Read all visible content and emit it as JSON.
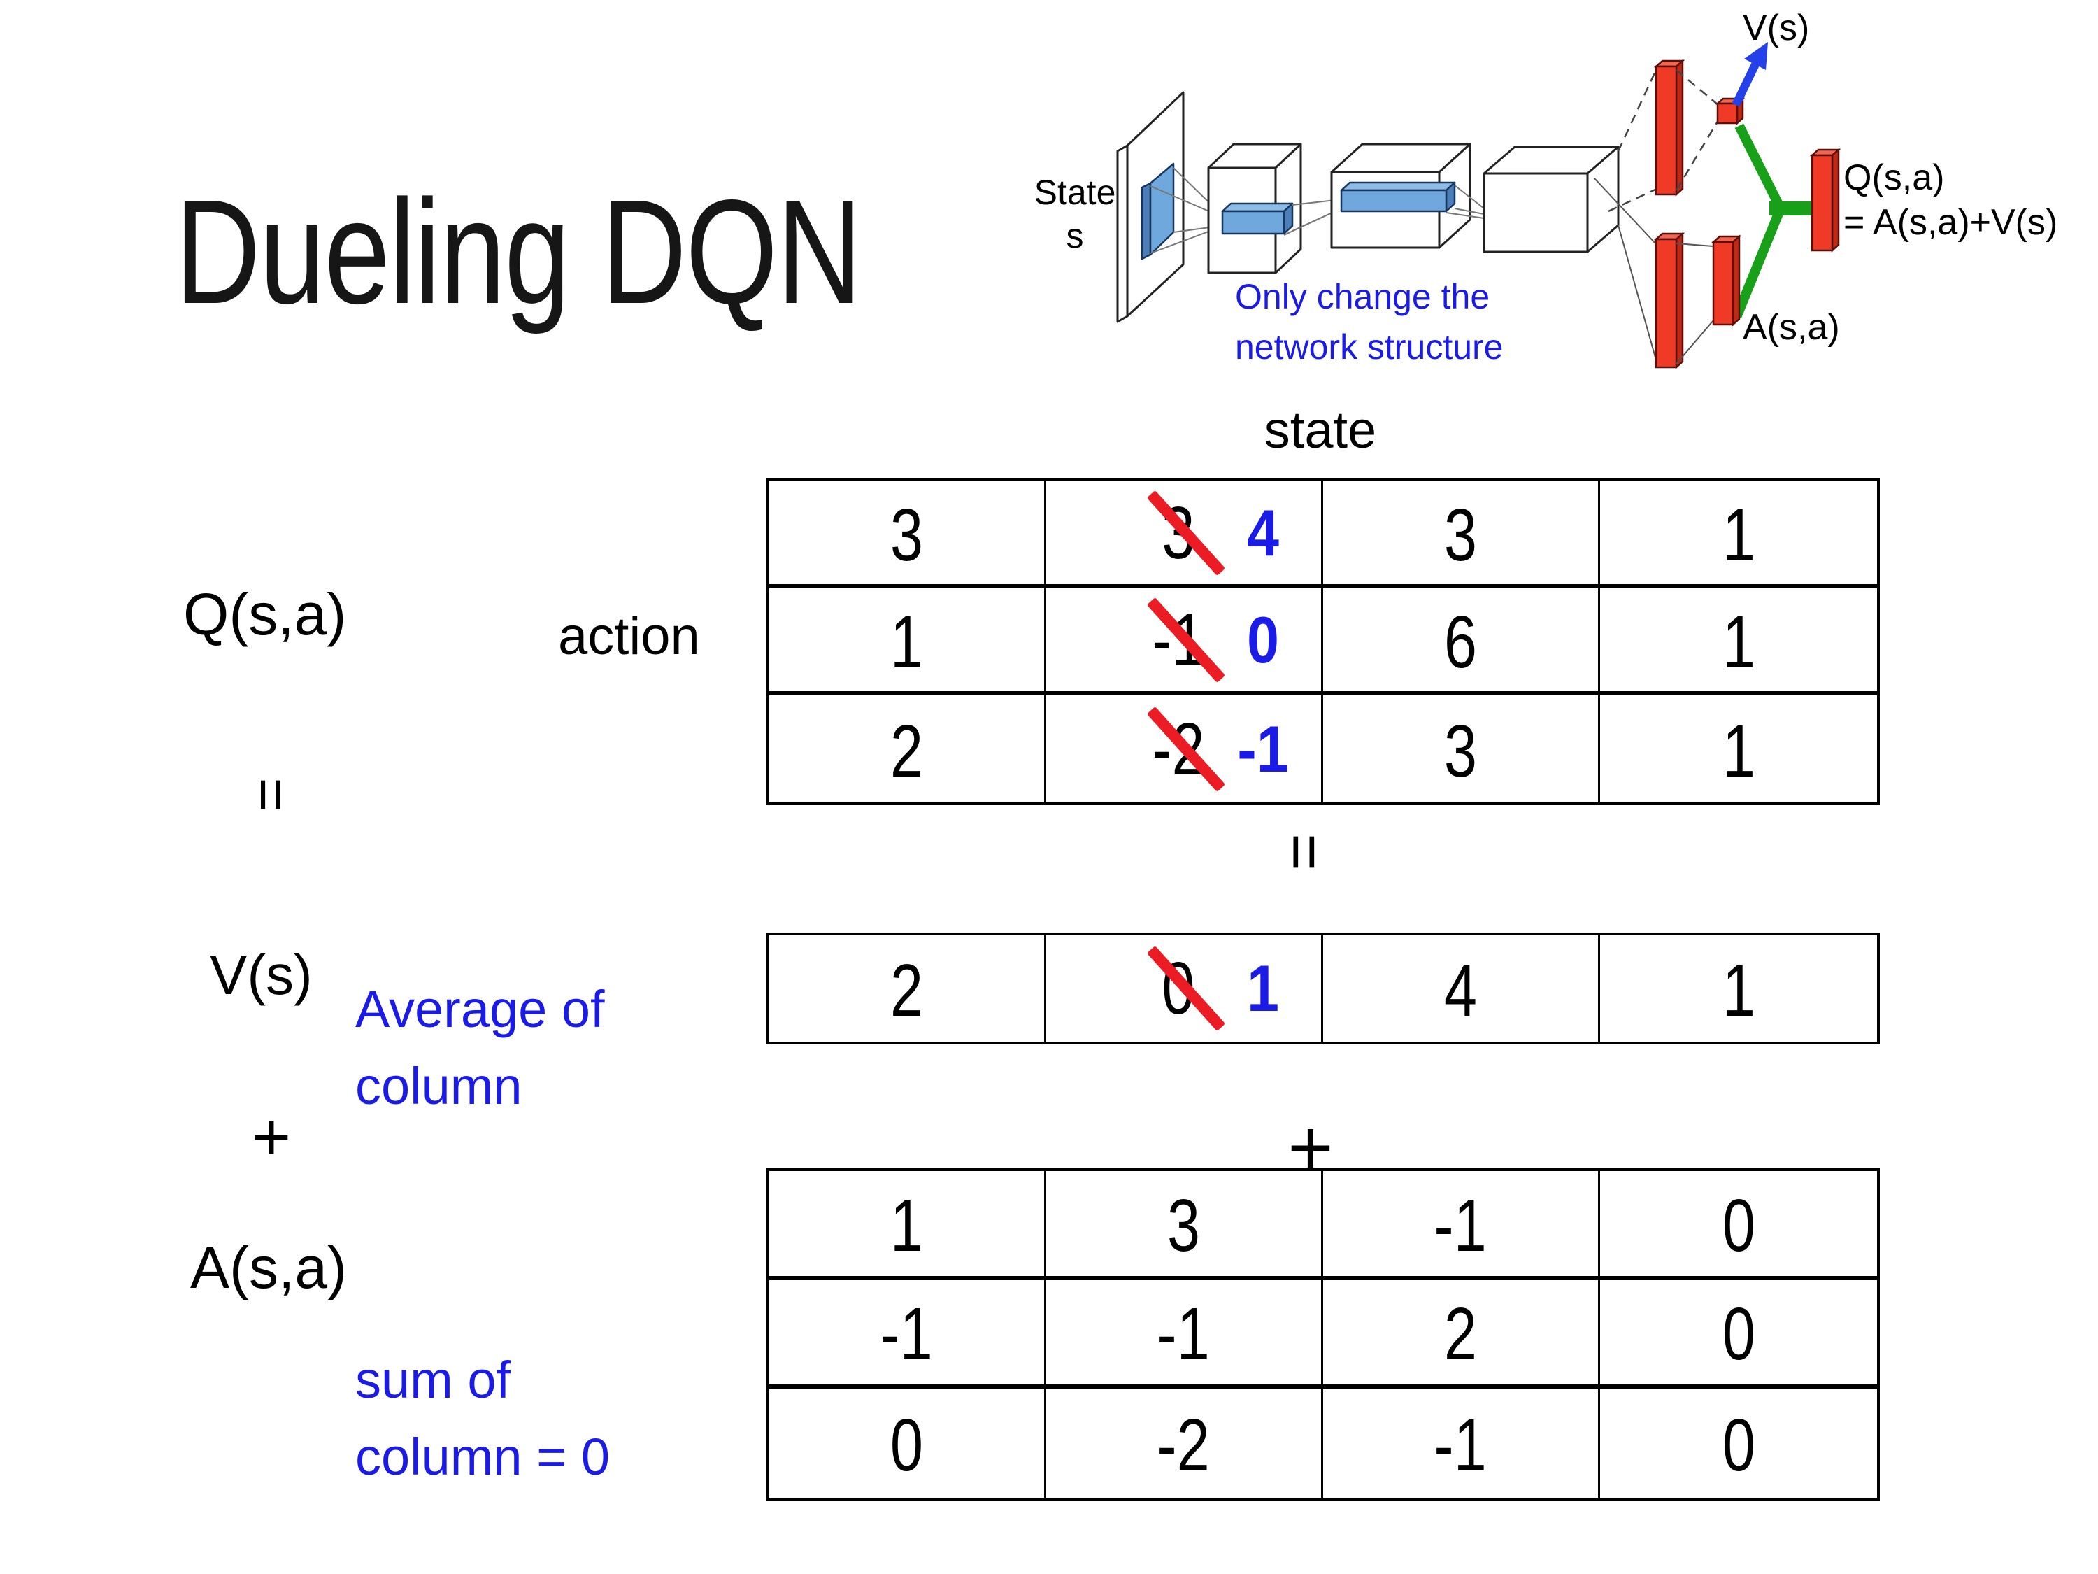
{
  "title": "Dueling DQN",
  "colors": {
    "annotation_blue": "#1b1be8",
    "strike_red": "#EC1C24",
    "bar_red": "#EF3B25",
    "merge_green": "#18A018",
    "conv_blue": "#6FA8DC"
  },
  "network_diagram": {
    "state_line1": "State",
    "state_line2": "s",
    "v_out": "V(s)",
    "q_out_line1": "Q(s,a)",
    "q_out_line2": "= A(s,a)+V(s)",
    "a_out": "A(s,a)",
    "note_line1": "Only change the",
    "note_line2": "network structure"
  },
  "axes": {
    "state": "state",
    "action": "action"
  },
  "equation": {
    "q_label": "Q(s,a)",
    "equals_left": "=",
    "v_label": "V(s)",
    "plus_left": "+",
    "a_label": "A(s,a)",
    "equals_center": "=",
    "plus_center": "+",
    "avg_line1": "Average of",
    "avg_line2": "column",
    "sum_line1": "sum of",
    "sum_line2": "column = 0"
  },
  "tables": {
    "q": {
      "rows": [
        {
          "cells": [
            {
              "v": "3"
            },
            {
              "old": "3",
              "new": "4"
            },
            {
              "v": "3"
            },
            {
              "v": "1"
            }
          ]
        },
        {
          "cells": [
            {
              "v": "1"
            },
            {
              "old": "-1",
              "new": "0"
            },
            {
              "v": "6"
            },
            {
              "v": "1"
            }
          ]
        },
        {
          "cells": [
            {
              "v": "2"
            },
            {
              "old": "-2",
              "new": "-1"
            },
            {
              "v": "3"
            },
            {
              "v": "1"
            }
          ]
        }
      ]
    },
    "v": {
      "rows": [
        {
          "cells": [
            {
              "v": "2"
            },
            {
              "old": "0",
              "new": "1"
            },
            {
              "v": "4"
            },
            {
              "v": "1"
            }
          ]
        }
      ]
    },
    "a": {
      "rows": [
        {
          "cells": [
            {
              "v": "1"
            },
            {
              "v": "3"
            },
            {
              "v": "-1"
            },
            {
              "v": "0"
            }
          ]
        },
        {
          "cells": [
            {
              "v": "-1"
            },
            {
              "v": "-1"
            },
            {
              "v": "2"
            },
            {
              "v": "0"
            }
          ]
        },
        {
          "cells": [
            {
              "v": "0"
            },
            {
              "v": "-2"
            },
            {
              "v": "-1"
            },
            {
              "v": "0"
            }
          ]
        }
      ]
    }
  }
}
